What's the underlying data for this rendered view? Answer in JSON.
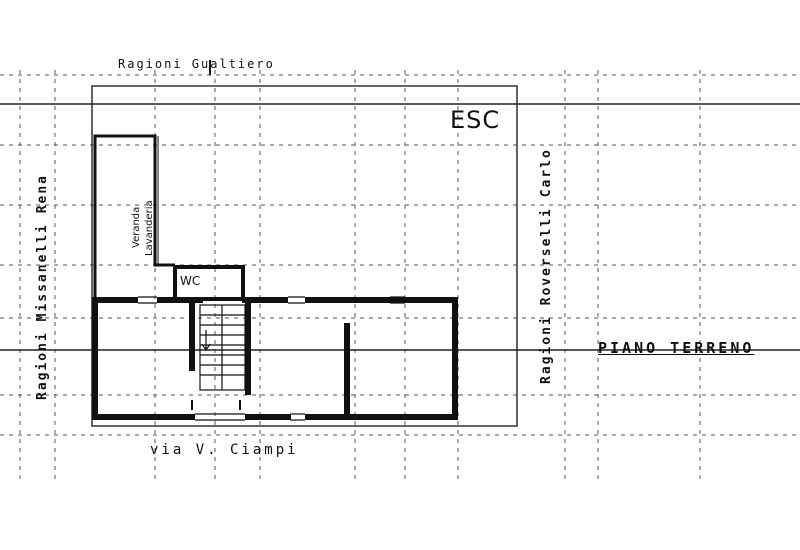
{
  "drawing": {
    "top_neighbor": "Ragioni Gualtiero",
    "corner_mark": "ESC",
    "left_neighbor": "Ragioni Missanelli Rena",
    "right_neighbor": "Ragioni Roverselli Carlo",
    "veranda_label_1": "Veranda",
    "veranda_label_2": "Lavanderia",
    "wc_label": "WC",
    "street_label": "via V. Ciampi",
    "floor_label": "PIANO TERRENO"
  },
  "colors": {
    "ink": "#111111",
    "grid": "#555555"
  }
}
